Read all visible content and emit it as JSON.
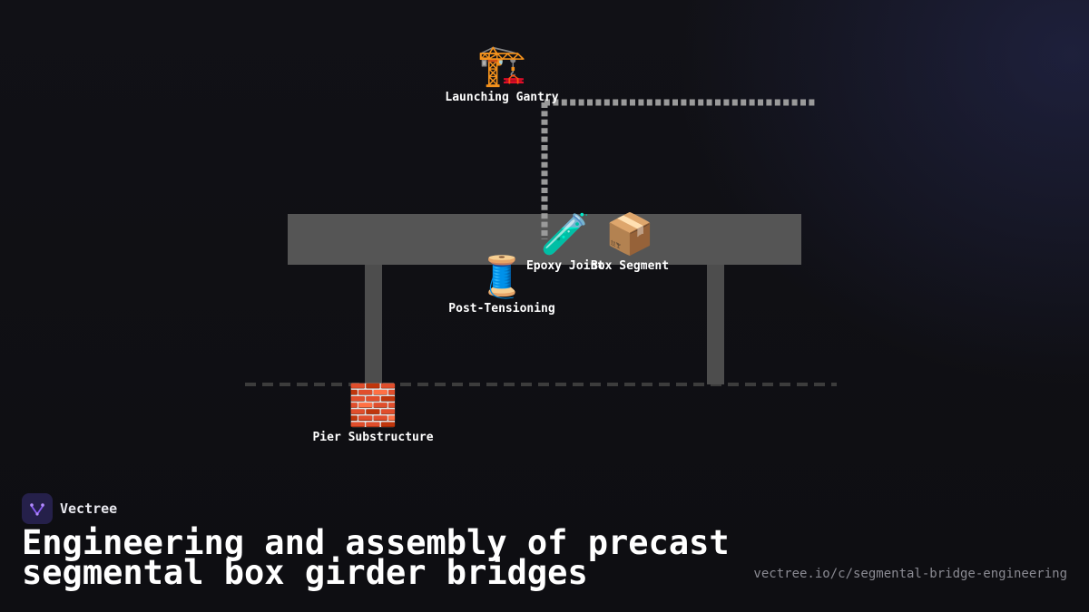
{
  "brand": {
    "name": "Vectree",
    "accent": "#8a5cf6",
    "logo_icon": "vectree-logo-icon"
  },
  "title": "Engineering and assembly of precast segmental box girder bridges",
  "url": "vectree.io/c/segmental-bridge-engineering",
  "components": {
    "launching_gantry": {
      "label": "Launching Gantry",
      "icon": "🏗️",
      "icon_name": "crane-icon"
    },
    "epoxy_joint": {
      "label": "Epoxy Joint",
      "icon": "🧪",
      "icon_name": "test-tube-icon"
    },
    "box_segment": {
      "label": "Box Segment",
      "icon": "📦",
      "icon_name": "package-icon"
    },
    "post_tensioning": {
      "label": "Post-Tensioning",
      "icon": "🧵",
      "icon_name": "thread-spool-icon"
    },
    "pier_substructure": {
      "label": "Pier Substructure",
      "icon": "🧱",
      "icon_name": "brick-icon"
    }
  },
  "colors": {
    "deck": "#555555",
    "pier": "#4d4d4d",
    "gantry_line": "#9a9a9a",
    "ground_line": "#3c3c3c",
    "label": "#ffffff"
  }
}
